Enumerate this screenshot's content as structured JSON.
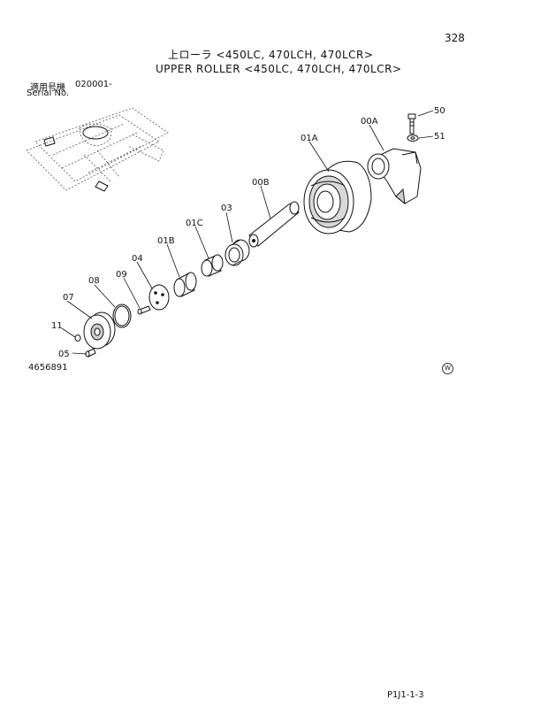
{
  "page_number": "328",
  "title_jp": "上ローラ <450LC, 470LCH, 470LCR>",
  "title_en": "UPPER ROLLER <450LC, 470LCH, 470LCR>",
  "serial": {
    "label_jp": "適用号機",
    "label_en": "Serial No.",
    "value": "020001-"
  },
  "drawing_id": "4656891",
  "ref_mark": "W",
  "page_code": "P1J1-1-3",
  "parts": [
    {
      "label": "50"
    },
    {
      "label": "51"
    },
    {
      "label": "00A"
    },
    {
      "label": "01A"
    },
    {
      "label": "00B"
    },
    {
      "label": "03"
    },
    {
      "label": "01C"
    },
    {
      "label": "01B"
    },
    {
      "label": "04"
    },
    {
      "label": "09"
    },
    {
      "label": "08"
    },
    {
      "label": "07"
    },
    {
      "label": "11"
    },
    {
      "label": "05"
    }
  ]
}
